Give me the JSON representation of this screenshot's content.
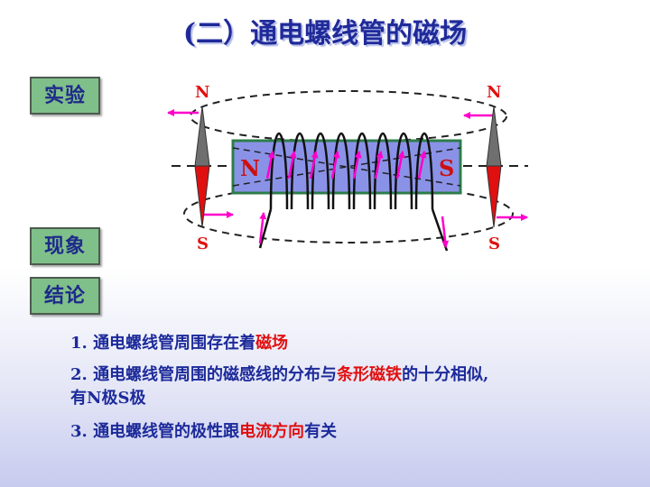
{
  "title": "(二）通电螺线管的磁场",
  "tags": {
    "experiment": "实验",
    "phenomenon": "现象",
    "conclusion": "结论"
  },
  "diagram": {
    "compass_left": {
      "north": "N",
      "south": "S"
    },
    "compass_right": {
      "north": "N",
      "south": "S"
    },
    "solenoid": {
      "north": "N",
      "south": "S"
    }
  },
  "conclusions": [
    {
      "prefix": "1. ",
      "text": "通电螺线管周围存在着",
      "highlight": "磁场",
      "suffix": ""
    },
    {
      "prefix": "2. ",
      "text": "通电螺线管周围的磁感线的分布与",
      "highlight": "条形磁铁",
      "suffix": "的十分相似,",
      "line2": "有N极S极"
    },
    {
      "prefix": "3. ",
      "text": "通电螺线管的极性跟",
      "highlight": "电流方向",
      "suffix": "有关"
    }
  ],
  "colors": {
    "title": "#1f2a9a",
    "tag_bg": "#7fbf8a",
    "pole_label": "#e01010",
    "core_fill": "#8a92e8",
    "arrow": "#ff00cc"
  }
}
